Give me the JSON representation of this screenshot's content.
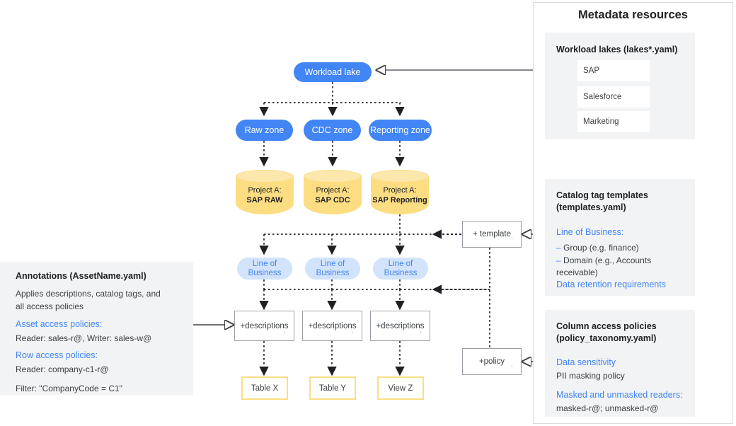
{
  "metadata_panel": {
    "title": "Metadata resources",
    "workload_lakes": {
      "title": "Workload lakes (lakes*.yaml)",
      "items": [
        "SAP",
        "Salesforce",
        "Marketing"
      ]
    },
    "catalog_templates": {
      "title_line1": "Catalog tag templates",
      "title_line2": "(templates.yaml)",
      "heading1": "Line of Business:",
      "bullet1": "Group (e.g. finance)",
      "bullet2": "Domain (e.g., Accounts receivable)",
      "bullet_marker": "–",
      "heading2": "Data retention requirements"
    },
    "column_policies": {
      "title_line1": "Column access policies",
      "title_line2": "(policy_taxonomy.yaml)",
      "heading1": "Data sensitivity",
      "text1": "PII masking policy",
      "heading2": "Masked and unmasked readers:",
      "text2": "masked-r@; unmasked-r@"
    }
  },
  "annotations": {
    "title": "Annotations (AssetName.yaml)",
    "desc_line1": "Applies descriptions, catalog tags, and",
    "desc_line2": "all access policies",
    "asset_heading": "Asset access policies:",
    "asset_text": "Reader: sales-r@, Writer: sales-w@",
    "row_heading": "Row access policies:",
    "row_text": "Reader: company-c1-r@",
    "filter_text": "Filter: \"CompanyCode = C1\""
  },
  "flow": {
    "workload_lake": "Workload lake",
    "zones": [
      "Raw zone",
      "CDC zone",
      "Reporting zone"
    ],
    "projects": [
      {
        "prefix": "Project A:",
        "name": "SAP RAW"
      },
      {
        "prefix": "Project A:",
        "name": "SAP CDC"
      },
      {
        "prefix": "Project A:",
        "name": "SAP Reporting"
      }
    ],
    "lob_label_line1": "Line of",
    "lob_label_line2": "Business",
    "descriptions_label": "+descriptions",
    "template_note": "+ template",
    "policy_note": "+policy",
    "assets": [
      "Table X",
      "Table Y",
      "View Z"
    ]
  },
  "colors": {
    "blue": "#4285f4",
    "light_blue": "#d2e3fc",
    "yellow": "#fcdd82",
    "yellow_light": "#fce8ad",
    "gray_bg": "#f1f3f4",
    "border_gray": "#9aa0a6",
    "panel_border": "#dadce0",
    "text": "#202124"
  }
}
